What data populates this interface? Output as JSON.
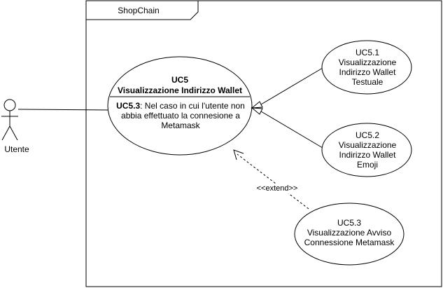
{
  "system": {
    "name": "ShopChain"
  },
  "actor": {
    "name": "Utente"
  },
  "main_use_case": {
    "id": "UC5",
    "title": "Visualizzazione Indirizzo Wallet",
    "extension_point_ref": "UC5.3",
    "extension_point_text": ": Nel caso in cui l'utente non abbia effettuato la connesione a Metamask"
  },
  "use_cases": [
    {
      "id": "UC5.1",
      "lines": [
        "Visualizzazione",
        "Indirizzo Wallet",
        "Testuale"
      ]
    },
    {
      "id": "UC5.2",
      "lines": [
        "Visualizzazione",
        "Indirizzo Wallet",
        "Emoji"
      ]
    },
    {
      "id": "UC5.3",
      "lines": [
        "Visualizzazione Avviso",
        "Connessione Metamask"
      ]
    }
  ],
  "relations": {
    "extend_label": "<<extend>>"
  }
}
